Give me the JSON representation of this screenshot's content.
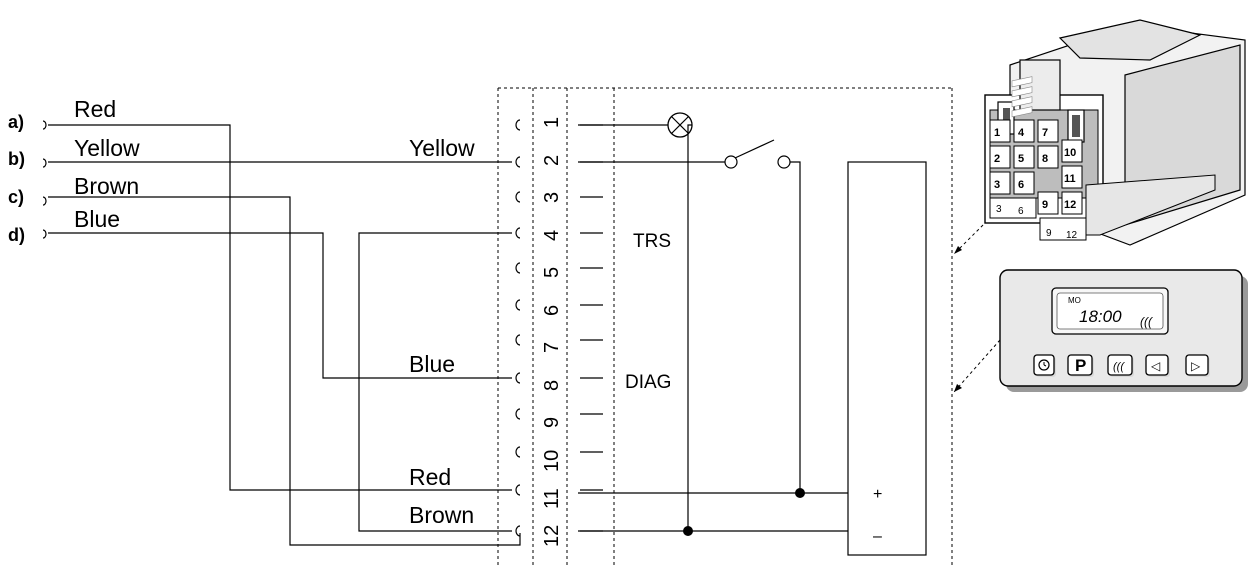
{
  "input_letters": [
    "a)",
    "b)",
    "c)",
    "d)"
  ],
  "input_wires": [
    "Red",
    "Yellow",
    "Brown",
    "Blue"
  ],
  "terminal_labels": {
    "yellow": "Yellow",
    "blue": "Blue",
    "red": "Red",
    "brown": "Brown"
  },
  "pins": [
    "1",
    "2",
    "3",
    "4",
    "5",
    "6",
    "7",
    "8",
    "9",
    "10",
    "11",
    "12"
  ],
  "signals": {
    "pin4": "TRS",
    "pin8": "DIAG"
  },
  "supply": {
    "plus": "+",
    "minus": "–"
  },
  "connector_numbers": {
    "cells": [
      "1",
      "4",
      "7",
      "10",
      "2",
      "5",
      "8",
      "11",
      "3",
      "6",
      "9",
      "12"
    ],
    "bottom": [
      "3",
      "6",
      "9",
      "12"
    ]
  },
  "timer": {
    "day": "MO",
    "time": "18:00",
    "heat_symbol": "(((",
    "buttons": [
      "⊙",
      "P",
      "(((",
      "◁",
      "▷"
    ]
  }
}
